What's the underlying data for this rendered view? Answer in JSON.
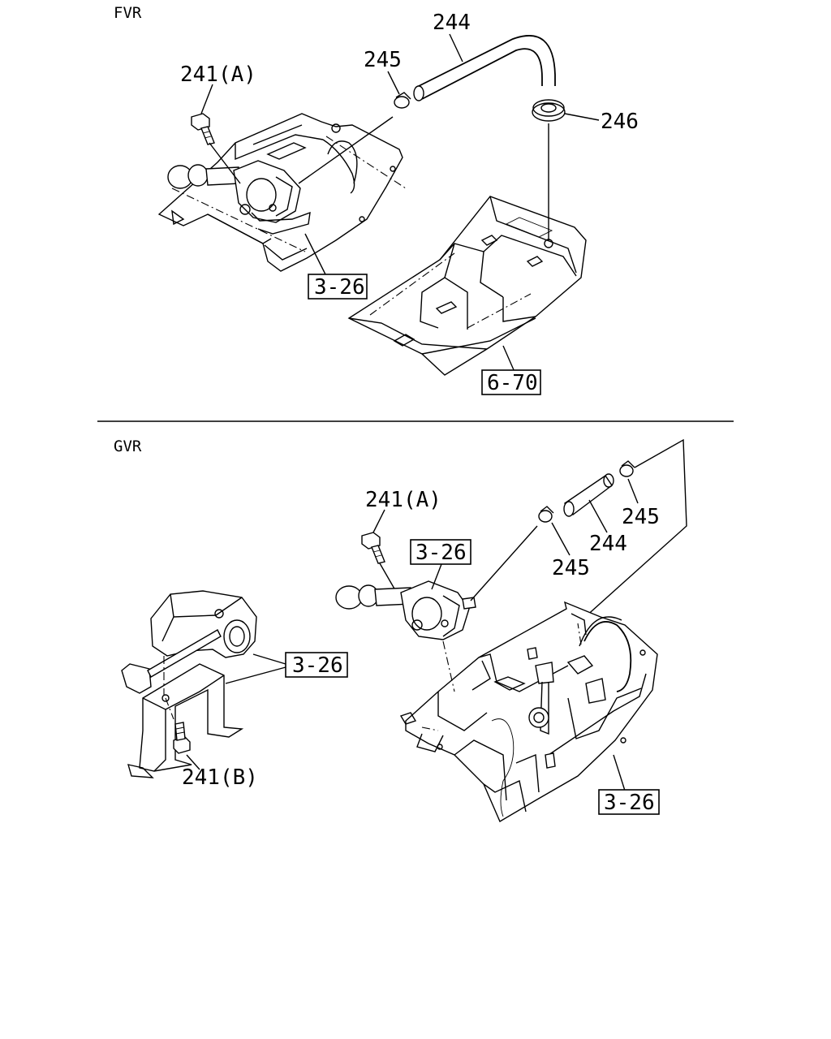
{
  "sections": {
    "fvr": {
      "title": "FVR",
      "callouts": {
        "hose": "244",
        "clip": "245",
        "bolt": "241(A)",
        "grommet": "246"
      },
      "refs": {
        "lever_assembly": "3-26",
        "floor_panel": "6-70"
      }
    },
    "gvr": {
      "title": "GVR",
      "callouts": {
        "bolt_a": "241(A)",
        "bolt_b": "241(B)",
        "clip_left": "245",
        "clip_right": "245",
        "hose": "244"
      },
      "refs": {
        "valve": "3-26",
        "bracket_assembly": "3-26",
        "base_plate": "3-26"
      }
    }
  }
}
